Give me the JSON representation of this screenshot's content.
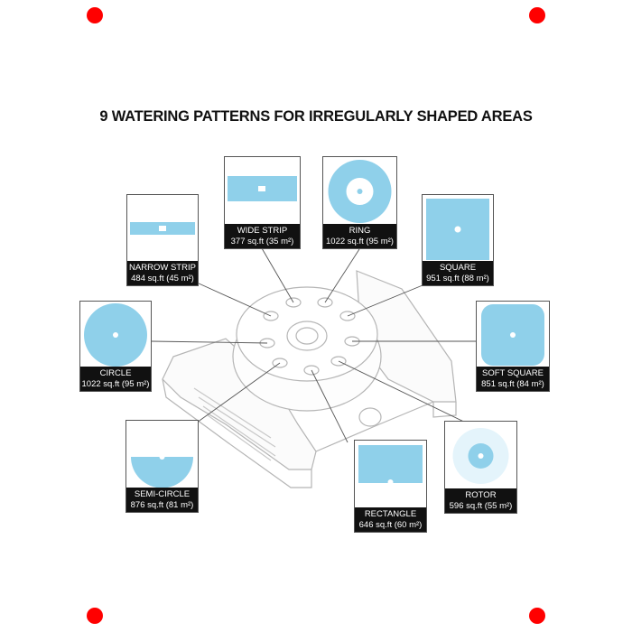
{
  "title": "9 WATERING PATTERNS FOR IRREGULARLY SHAPED AREAS",
  "colors": {
    "water": "#8fd0ea",
    "caption_bg": "#111111",
    "marker": "#ff0000"
  },
  "patterns": {
    "wide_strip": {
      "name": "WIDE STRIP",
      "area": "377 sq.ft (35 m²)"
    },
    "ring": {
      "name": "RING",
      "area": "1022 sq.ft (95 m²)"
    },
    "narrow_strip": {
      "name": "NARROW STRIP",
      "area": "484 sq.ft (45 m²)"
    },
    "square": {
      "name": "SQUARE",
      "area": "951 sq.ft (88 m²)"
    },
    "circle": {
      "name": "CIRCLE",
      "area": "1022 sq.ft (95 m²)"
    },
    "soft_square": {
      "name": "SOFT SQUARE",
      "area": "851 sq.ft (84 m²)"
    },
    "semi_circle": {
      "name": "SEMI-CIRCLE",
      "area": "876 sq.ft (81 m²)"
    },
    "rectangle": {
      "name": "RECTANGLE",
      "area": "646 sq.ft (60 m²)"
    },
    "rotor": {
      "name": "ROTOR",
      "area": "596 sq.ft (55 m²)"
    }
  }
}
